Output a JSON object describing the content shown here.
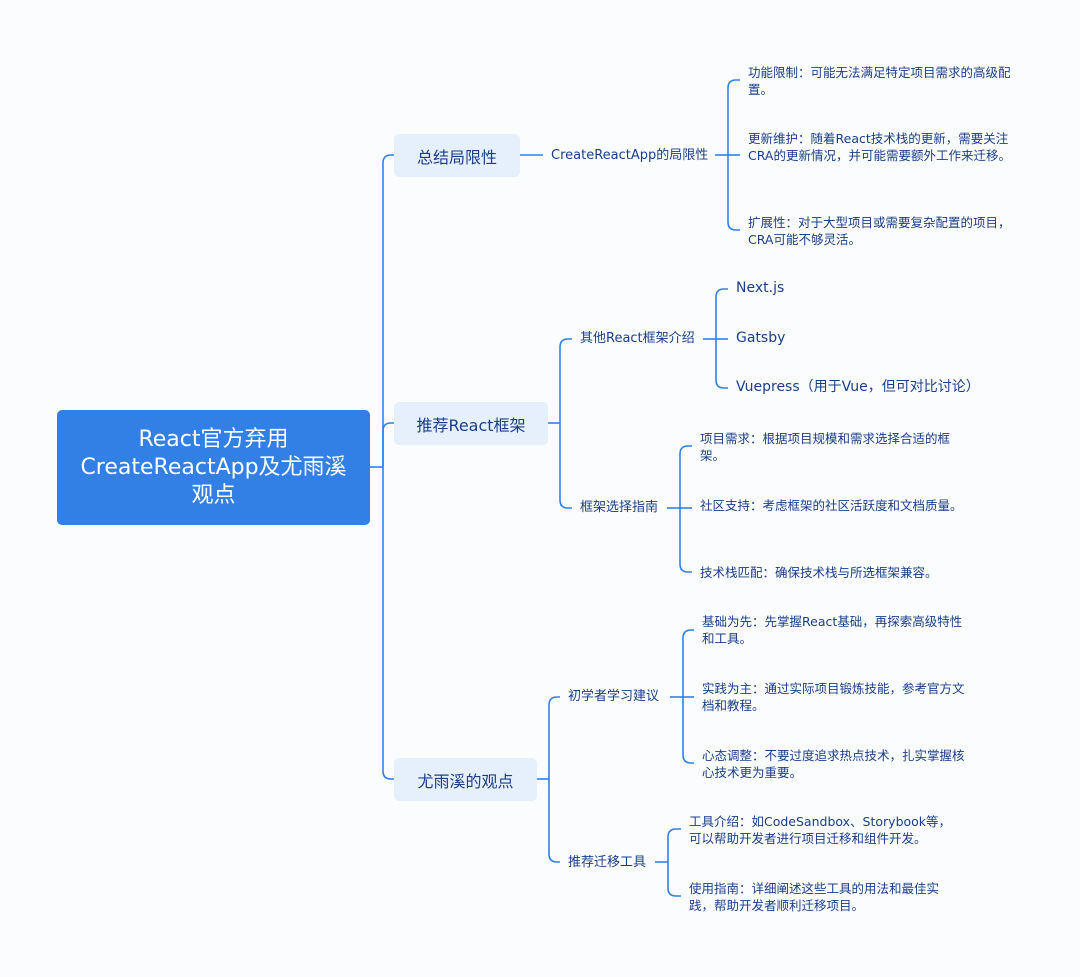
{
  "root": {
    "label": "React官方弃用CreateReactApp及尤雨溪观点"
  },
  "branches": [
    {
      "label": "总结局限性",
      "children": [
        {
          "label": "CreateReactApp的局限性",
          "items": [
            "功能限制：可能无法满足特定项目需求的高级配置。",
            "更新维护：随着React技术栈的更新，需要关注CRA的更新情况，并可能需要额外工作来迁移。",
            "扩展性：对于大型项目或需要复杂配置的项目，CRA可能不够灵活。"
          ]
        }
      ]
    },
    {
      "label": "推荐React框架",
      "children": [
        {
          "label": "其他React框架介绍",
          "items": [
            "Next.js",
            "Gatsby",
            "Vuepress（用于Vue，但可对比讨论）"
          ]
        },
        {
          "label": "框架选择指南",
          "items": [
            "项目需求：根据项目规模和需求选择合适的框架。",
            "社区支持：考虑框架的社区活跃度和文档质量。",
            "技术栈匹配：确保技术栈与所选框架兼容。"
          ]
        }
      ]
    },
    {
      "label": "尤雨溪的观点",
      "children": [
        {
          "label": "初学者学习建议",
          "items": [
            "基础为先：先掌握React基础，再探索高级特性和工具。",
            "实践为主：通过实际项目锻炼技能，参考官方文档和教程。",
            "心态调整：不要过度追求热点技术，扎实掌握核心技术更为重要。"
          ]
        },
        {
          "label": "推荐迁移工具",
          "items": [
            "工具介绍：如CodeSandbox、Storybook等，可以帮助开发者进行项目迁移和组件开发。",
            "使用指南：详细阐述这些工具的用法和最佳实践，帮助开发者顺利迁移项目。"
          ]
        }
      ]
    }
  ],
  "colors": {
    "root_bg": "#3280e6",
    "branch_bg": "#e6effc",
    "line": "#3280e6",
    "text": "#1a3e8c",
    "background": "#fbfcfe"
  }
}
